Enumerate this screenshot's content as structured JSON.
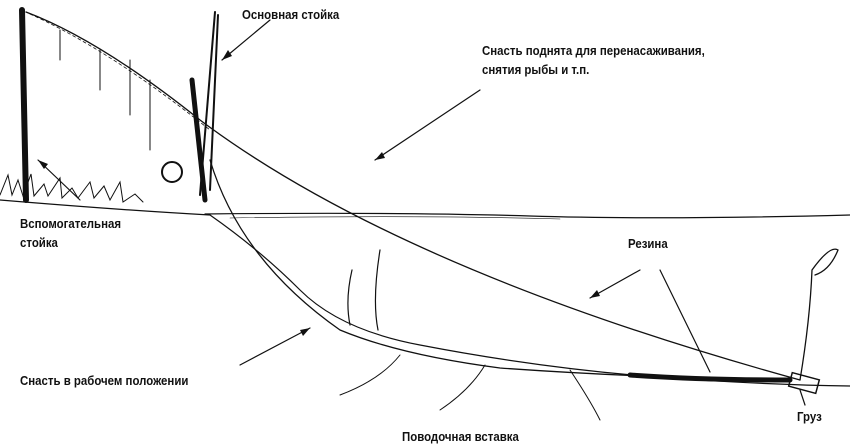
{
  "labels": {
    "main_stand": "Основная стойка",
    "raised_line": "Снасть поднята для перенасаживания,",
    "raised_line_2": "снятия рыбы и т.п.",
    "aux_stand": "Вспомогательная",
    "aux_stand_2": "стойка",
    "rubber": "Резина",
    "working_line": "Снасть в рабочем положении",
    "leader_insert": "Поводочная вставка",
    "weight": "Груз"
  }
}
